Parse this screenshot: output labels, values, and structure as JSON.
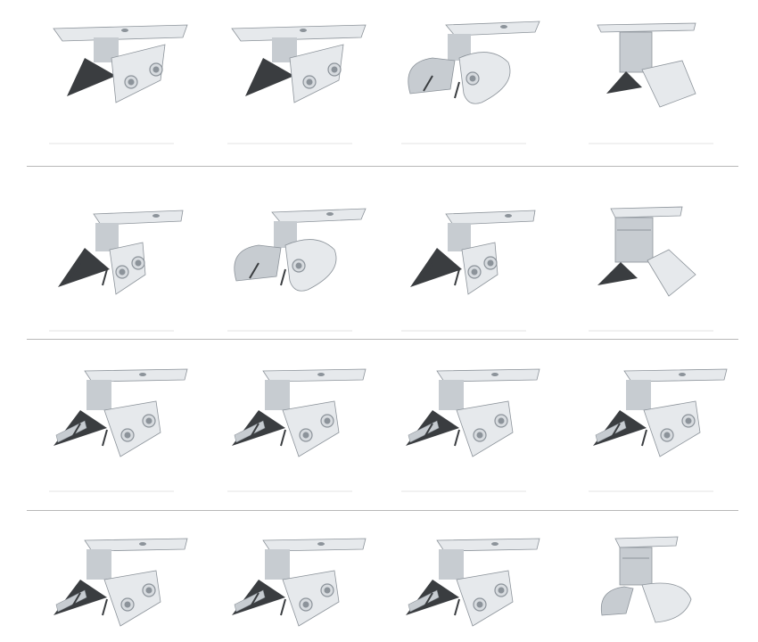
{
  "colors": {
    "background": "#ffffff",
    "divider": "#b8b8b8",
    "metal_light": "#e6e9ec",
    "metal_mid": "#c7ccd1",
    "metal_dark": "#8c939a",
    "shadow": "#3a3d40",
    "bolt": "#d7dbdf"
  },
  "grid": {
    "rows": 4,
    "columns": 4
  },
  "items": [
    {
      "variant": "flat-top-v-base"
    },
    {
      "variant": "flat-top-v-base"
    },
    {
      "variant": "hook-curved-base"
    },
    {
      "variant": "flat-top-straight"
    },
    {
      "variant": "z-bracket-v-base"
    },
    {
      "variant": "hook-curved-base"
    },
    {
      "variant": "z-bracket-v-base"
    },
    {
      "variant": "channel-flat-base"
    },
    {
      "variant": "z-bracket-v-base-screws"
    },
    {
      "variant": "z-bracket-v-base-screws"
    },
    {
      "variant": "z-bracket-v-base-screws"
    },
    {
      "variant": "z-bracket-v-base-screws"
    },
    {
      "variant": "z-bracket-v-base-screws"
    },
    {
      "variant": "z-bracket-v-base-screws"
    },
    {
      "variant": "z-bracket-v-base-screws"
    },
    {
      "variant": "channel-curved-base"
    }
  ]
}
